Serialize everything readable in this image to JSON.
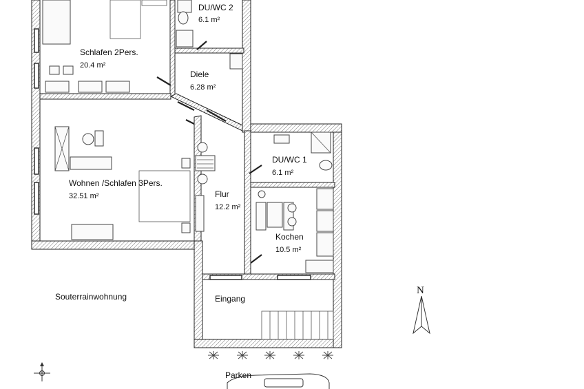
{
  "rooms": [
    {
      "name": "DU/WC 2",
      "area": "6.1 m²"
    },
    {
      "name": "Schlafen 2Pers.",
      "area": "20.4 m²"
    },
    {
      "name": "Diele",
      "area": "6.28 m²"
    },
    {
      "name": "DU/WC 1",
      "area": "6.1 m²"
    },
    {
      "name": "Wohnen /Schlafen  3Pers.",
      "area": "32.51 m²"
    },
    {
      "name": "Flur",
      "area": "12.2 m²"
    },
    {
      "name": "Kochen",
      "area": "10.5 m²"
    },
    {
      "name": "Eingang",
      "area": ""
    }
  ],
  "labels": {
    "unit": "Souterrainwohnung",
    "parking": "Parken",
    "north": "N"
  }
}
